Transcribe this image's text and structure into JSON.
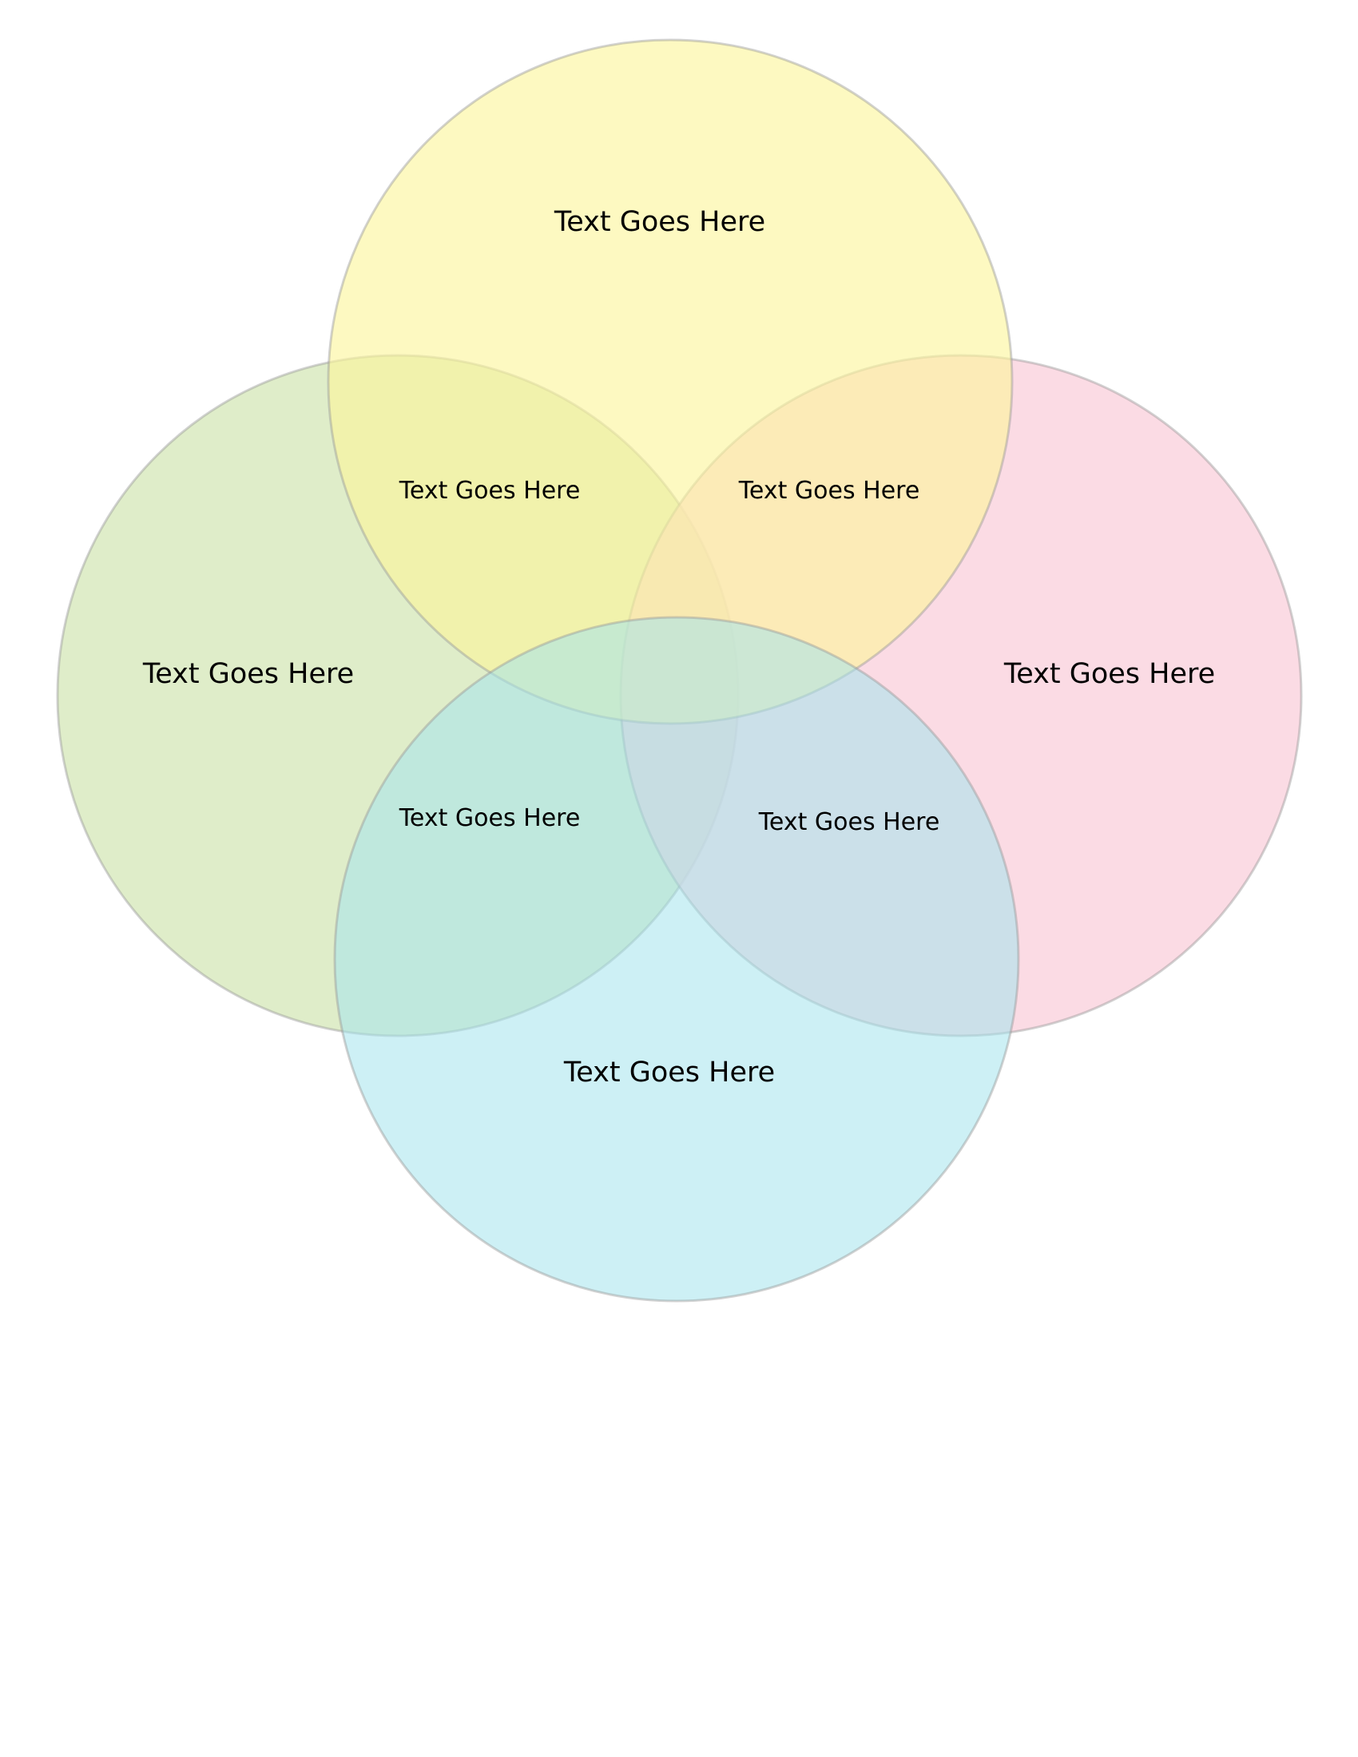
{
  "venn": {
    "sets": [
      {
        "id": "top",
        "label": "Text Goes Here",
        "color": "#FCF69B"
      },
      {
        "id": "left",
        "label": "Text Goes Here",
        "color": "#D3E6B4"
      },
      {
        "id": "right",
        "label": "Text Goes Here",
        "color": "#FACDD9"
      },
      {
        "id": "bottom",
        "label": "Text Goes Here",
        "color": "#A4E3EC"
      }
    ],
    "overlaps": [
      {
        "id": "top-left",
        "label": "Text Goes Here"
      },
      {
        "id": "top-right",
        "label": "Text Goes Here"
      },
      {
        "id": "left-bottom",
        "label": "Text Goes Here"
      },
      {
        "id": "right-bottom",
        "label": "Text Goes Here"
      }
    ],
    "outline_color": "#9A9A9A",
    "text_color": "#000000"
  }
}
